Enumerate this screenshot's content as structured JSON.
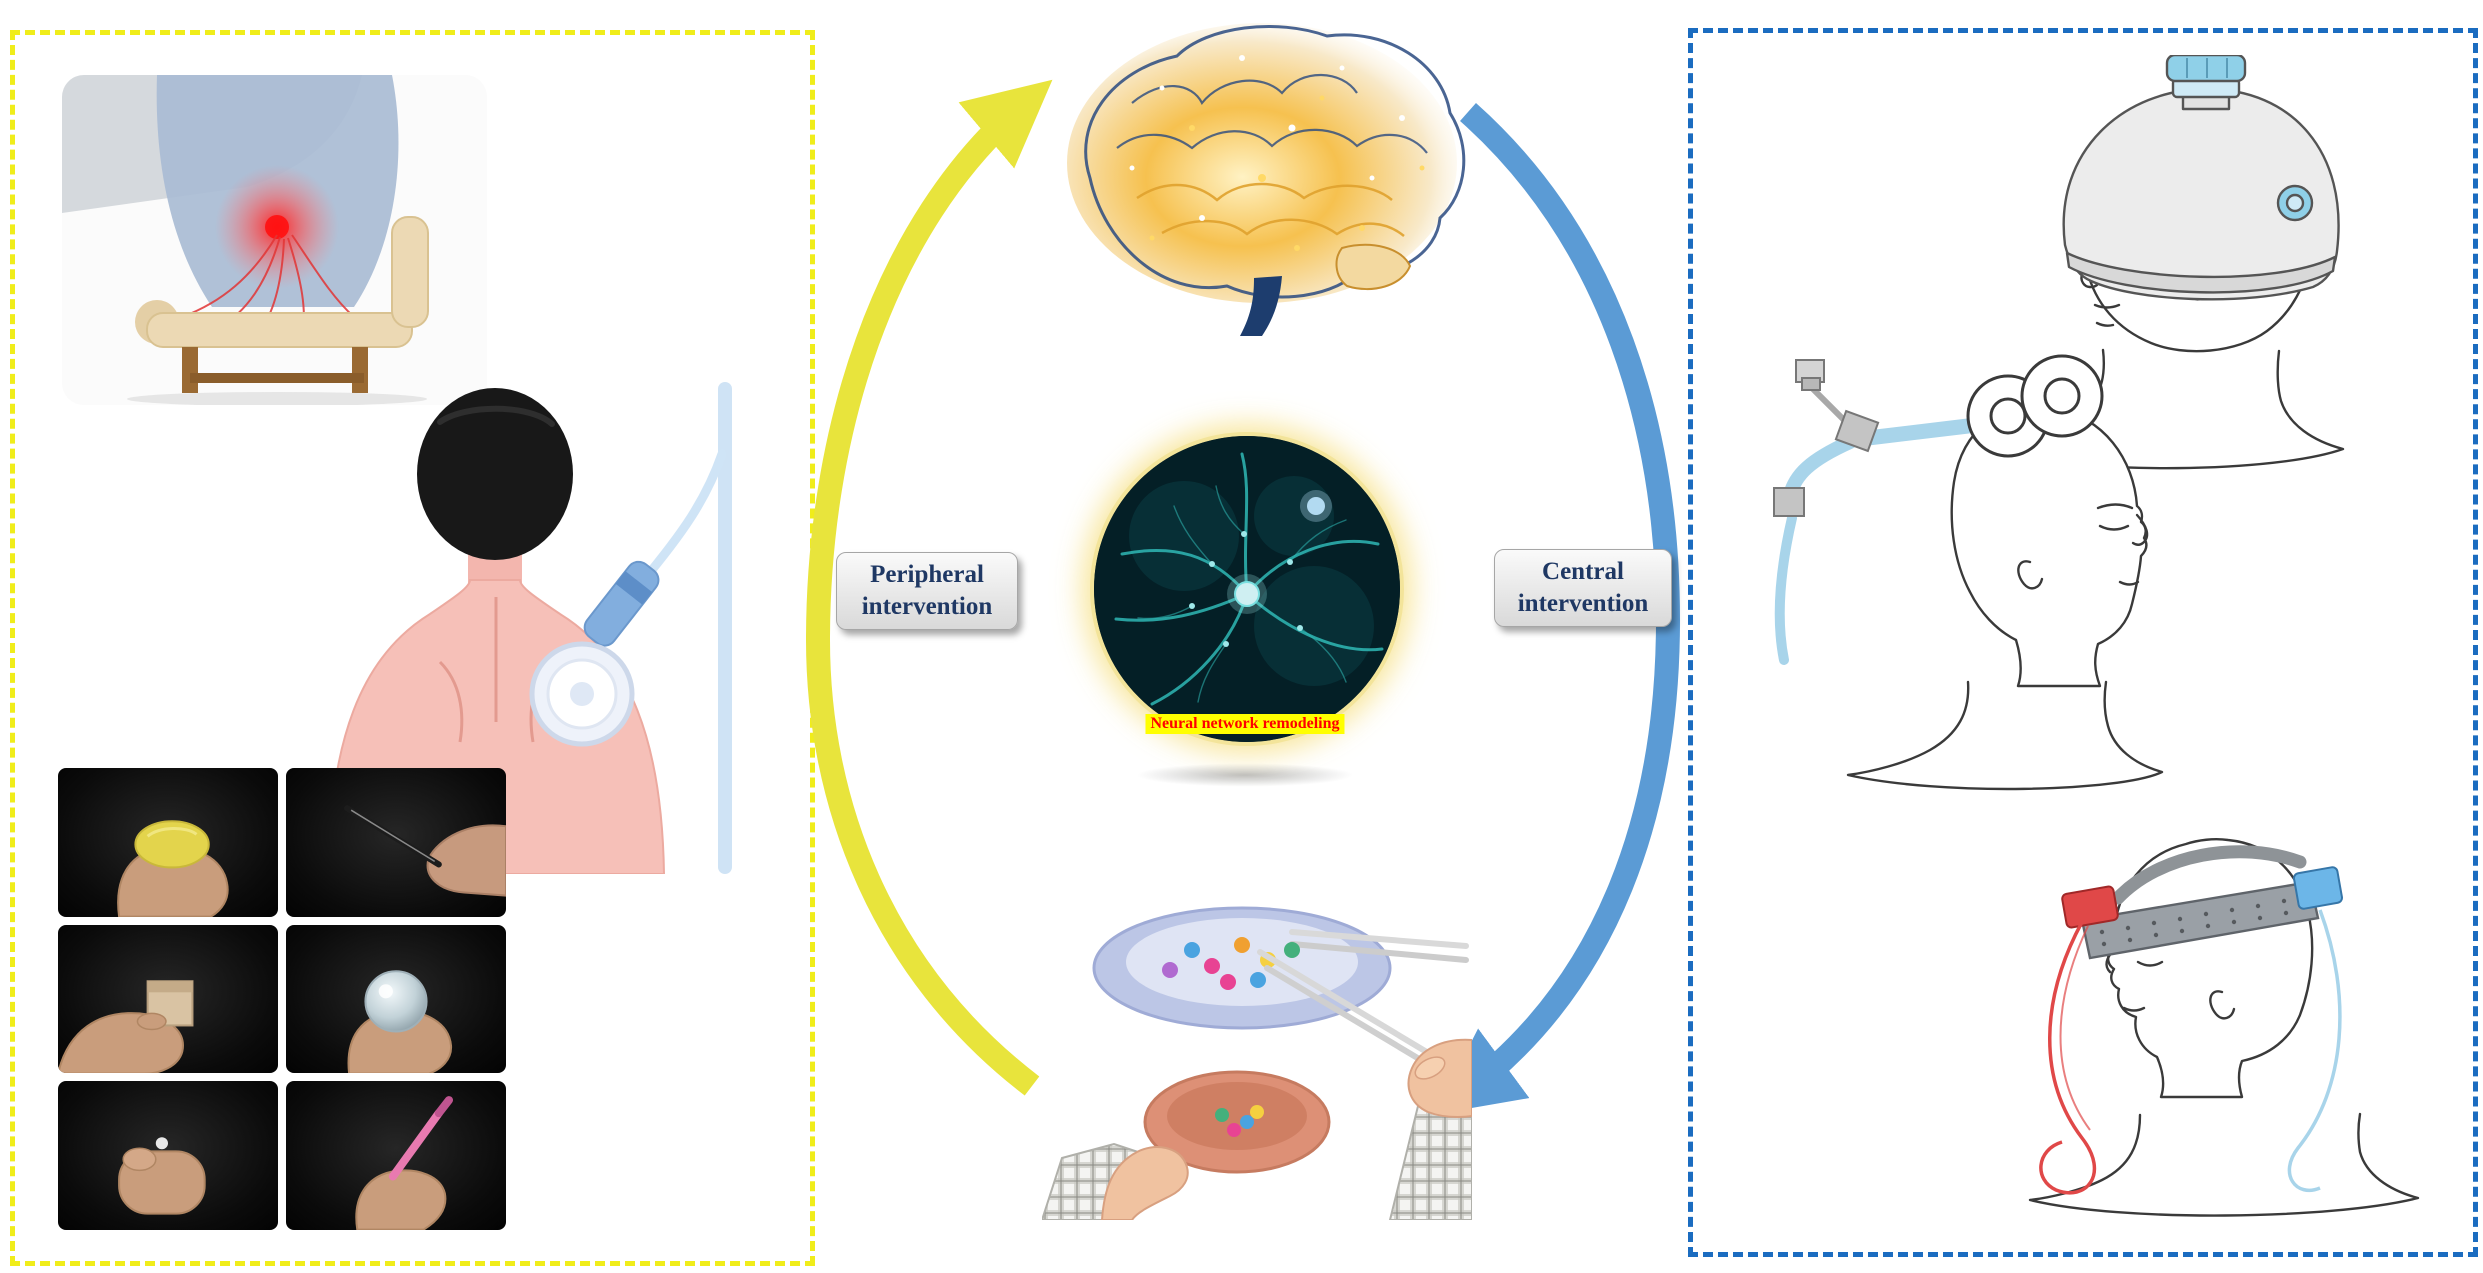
{
  "figure": {
    "background": "#ffffff",
    "labels": {
      "peripheral": {
        "line1": "Peripheral",
        "line2": "intervention"
      },
      "central": {
        "line1": "Central",
        "line2": "intervention"
      },
      "neural_remodeling": "Neural network remodeling"
    },
    "colors": {
      "peripheral_panel_border": "#f0ed1a",
      "central_panel_border": "#1b6cc0",
      "peripheral_arrow": "#e8e43c",
      "central_arrow": "#5b9bd5",
      "label_text": "#1f3864",
      "neural_label_bg": "#ffff00",
      "neural_label_text": "#ff0000"
    },
    "illustrations": {
      "peripheral_panel": [
        {
          "name": "seated-low-back-pain-illustration"
        },
        {
          "name": "shoulder-stimulation-illustration"
        },
        {
          "name": "hand-task-photo-grid"
        }
      ],
      "center_column": [
        {
          "name": "brain-activity-image"
        },
        {
          "name": "neural-network-microscopy-image"
        },
        {
          "name": "chopsticks-bead-task-image"
        }
      ],
      "central_panel": [
        {
          "name": "helmet-stimulation-device-drawing"
        },
        {
          "name": "tms-figure8-coil-drawing"
        },
        {
          "name": "electrode-headband-drawing"
        }
      ]
    }
  }
}
